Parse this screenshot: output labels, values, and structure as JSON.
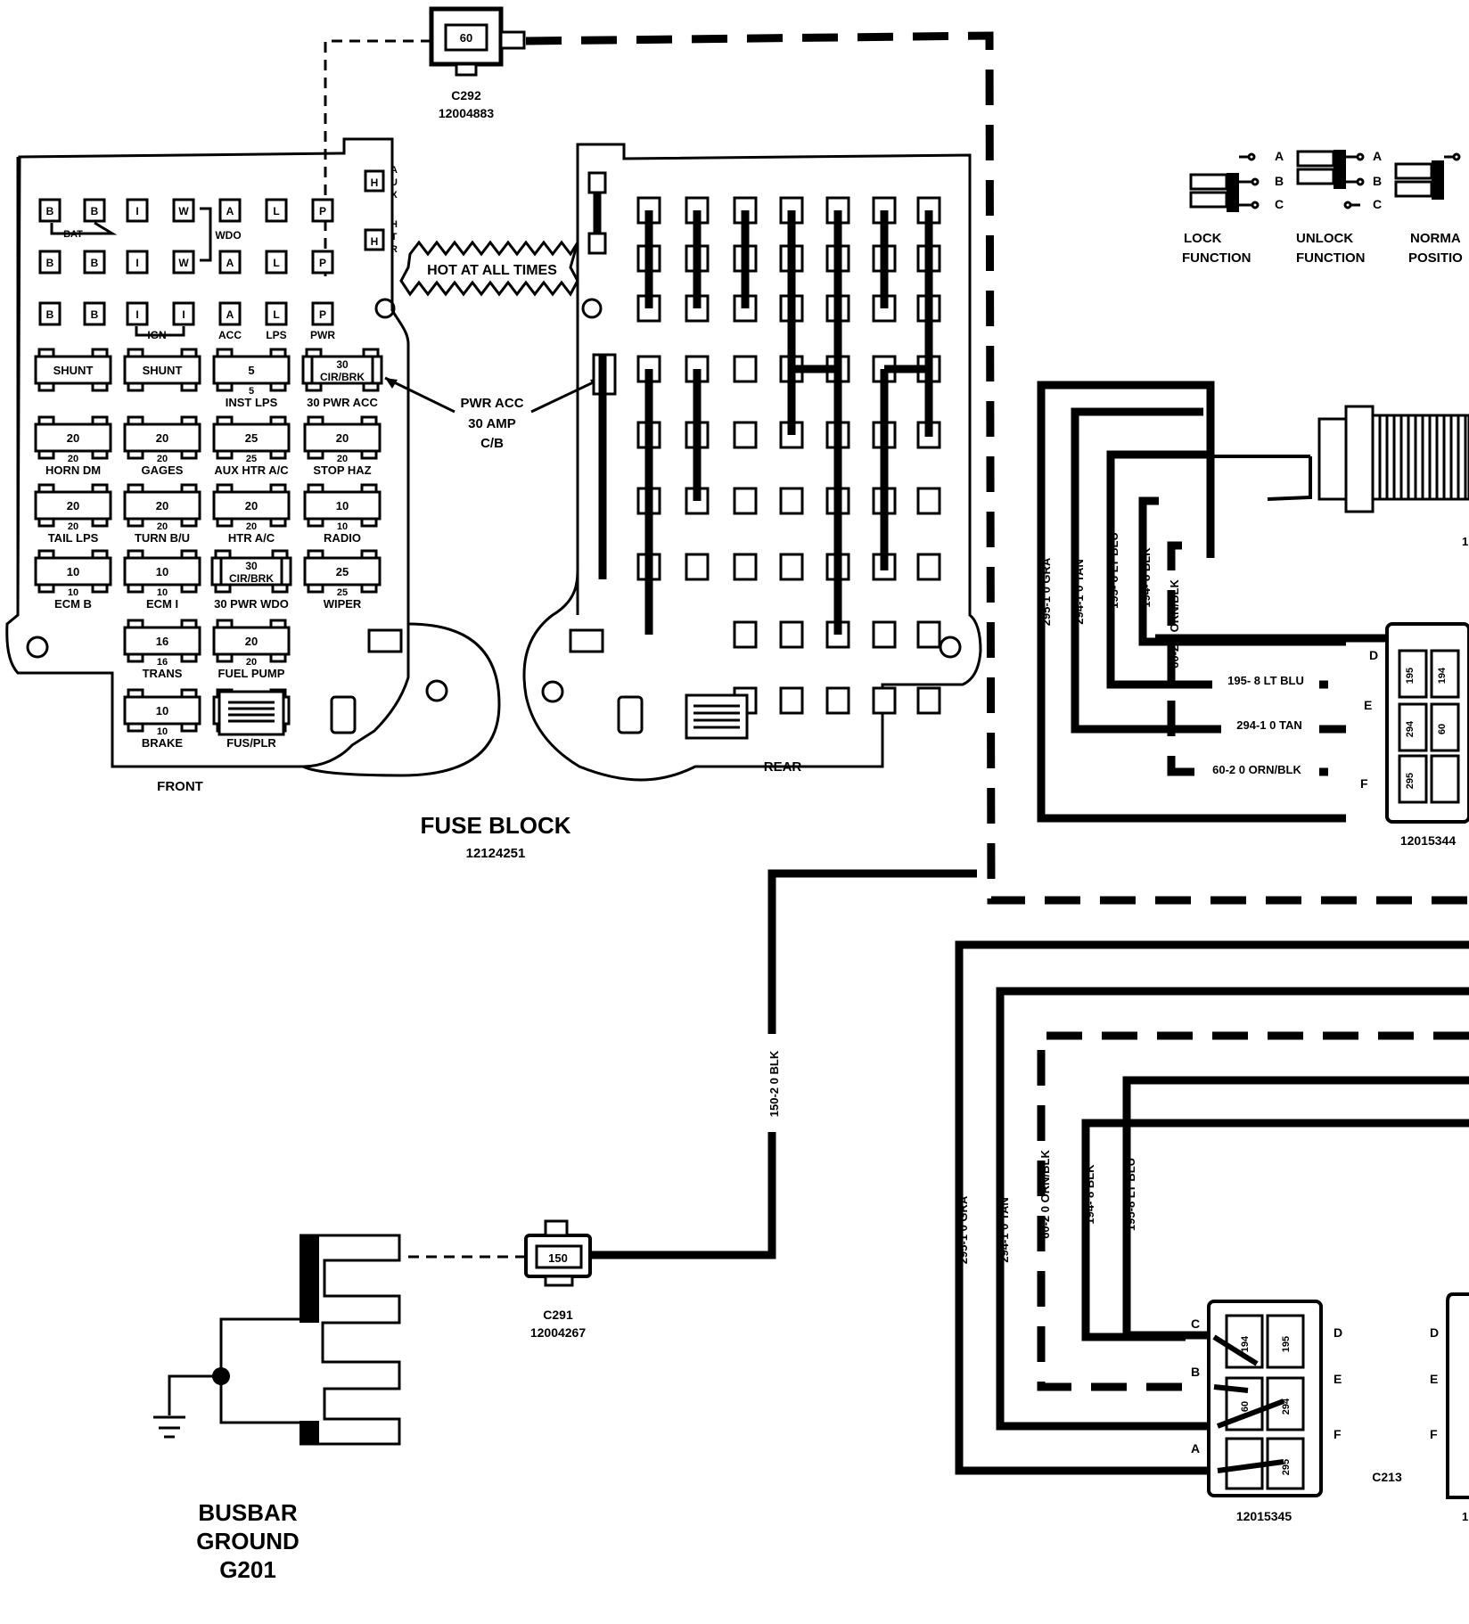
{
  "connector_c292": {
    "label": "C292",
    "part": "12004883",
    "cavity": "60"
  },
  "aux_htr": {
    "aux_letters": [
      "A",
      "U",
      "X"
    ],
    "htr_letters": [
      "H",
      "T",
      "R"
    ],
    "h": "H"
  },
  "hot_at_all_times": "HOT AT ALL TIMES",
  "pwr_acc_note": [
    "PWR ACC",
    "30 AMP",
    "C/B"
  ],
  "fuse_block": {
    "title": "FUSE BLOCK",
    "part": "12124251",
    "front_label": "FRONT",
    "rear_label": "REAR",
    "terminal_rows": [
      [
        "B",
        "B",
        "I",
        "W",
        "A",
        "L",
        "P"
      ],
      [
        "B",
        "B",
        "I",
        "W",
        "A",
        "L",
        "P"
      ],
      [
        "B",
        "B",
        "I",
        "I",
        "A",
        "L",
        "P"
      ]
    ],
    "group_labels": [
      "BAT",
      "WDO",
      "IGN",
      "ACC",
      "LPS",
      "PWR"
    ],
    "fuses": [
      {
        "value": "SHUNT",
        "label": ""
      },
      {
        "value": "SHUNT",
        "label": ""
      },
      {
        "value": "5",
        "sub": "5",
        "label": "INST LPS"
      },
      {
        "value": "30\nCIR/BRK",
        "label": "30 PWR ACC"
      },
      {
        "value": "20",
        "sub": "20",
        "label": "HORN DM"
      },
      {
        "value": "20",
        "sub": "20",
        "label": "GAGES"
      },
      {
        "value": "25",
        "sub": "25",
        "label": "AUX HTR A/C"
      },
      {
        "value": "20",
        "sub": "20",
        "label": "STOP HAZ"
      },
      {
        "value": "20",
        "sub": "20",
        "label": "TAIL LPS"
      },
      {
        "value": "20",
        "sub": "20",
        "label": "TURN B/U"
      },
      {
        "value": "20",
        "sub": "20",
        "label": "HTR A/C"
      },
      {
        "value": "10",
        "sub": "10",
        "label": "RADIO"
      },
      {
        "value": "10",
        "sub": "10",
        "label": "ECM B"
      },
      {
        "value": "10",
        "sub": "10",
        "label": "ECM I"
      },
      {
        "value": "30\nCIR/BRK",
        "label": "30 PWR WDO"
      },
      {
        "value": "25",
        "sub": "25",
        "label": "WIPER"
      },
      {
        "value": "16",
        "sub": "16",
        "label": "TRANS"
      },
      {
        "value": "20",
        "sub": "20",
        "label": "FUEL PUMP"
      },
      {
        "value": "10",
        "sub": "10",
        "label": "BRAKE"
      },
      {
        "value": "",
        "label": "FUS/PLR"
      }
    ]
  },
  "switch_legend": {
    "pins": [
      "A",
      "B",
      "C"
    ],
    "lock": [
      "LOCK",
      "FUNCTION"
    ],
    "unlock": [
      "UNLOCK",
      "FUNCTION"
    ],
    "normal": [
      "NORMA",
      "POSITIO"
    ]
  },
  "upper_harness": {
    "wires": [
      "295-1 0 GRA",
      "294-1 0 TAN",
      "195- 8 LT BLU",
      "194- 8 BLK",
      "60-2 0 ORN/BLK"
    ],
    "horizontal_labels": [
      "195- 8 LT BLU",
      "294-1 0 TAN",
      "60-2 0 ORN/BLK"
    ],
    "pins": [
      "D",
      "E",
      "F"
    ],
    "cavities": [
      "195",
      "194",
      "294",
      "60",
      "295"
    ],
    "part": "12015344",
    "trailing": "1"
  },
  "ground_wire": {
    "label": "150-2 0 BLK"
  },
  "connector_c291": {
    "label": "C291",
    "part": "12004267",
    "cavity": "150"
  },
  "busbar": [
    "BUSBAR",
    "GROUND",
    "G201"
  ],
  "lower_harness": {
    "wires": [
      "295-1 0 GRA",
      "294-1 0 TAN",
      "60-2 0 ORN/BLK",
      "194- 8 BLK",
      "195-8 LT BLU"
    ],
    "pins_left": [
      "C",
      "B",
      "A"
    ],
    "pins_right": [
      "D",
      "E",
      "F"
    ],
    "pins_far": [
      "D",
      "E",
      "F"
    ],
    "cavities": [
      "194",
      "195",
      "60",
      "294",
      "295"
    ],
    "part": "12015345",
    "connector": "C213",
    "trailing": "1"
  }
}
